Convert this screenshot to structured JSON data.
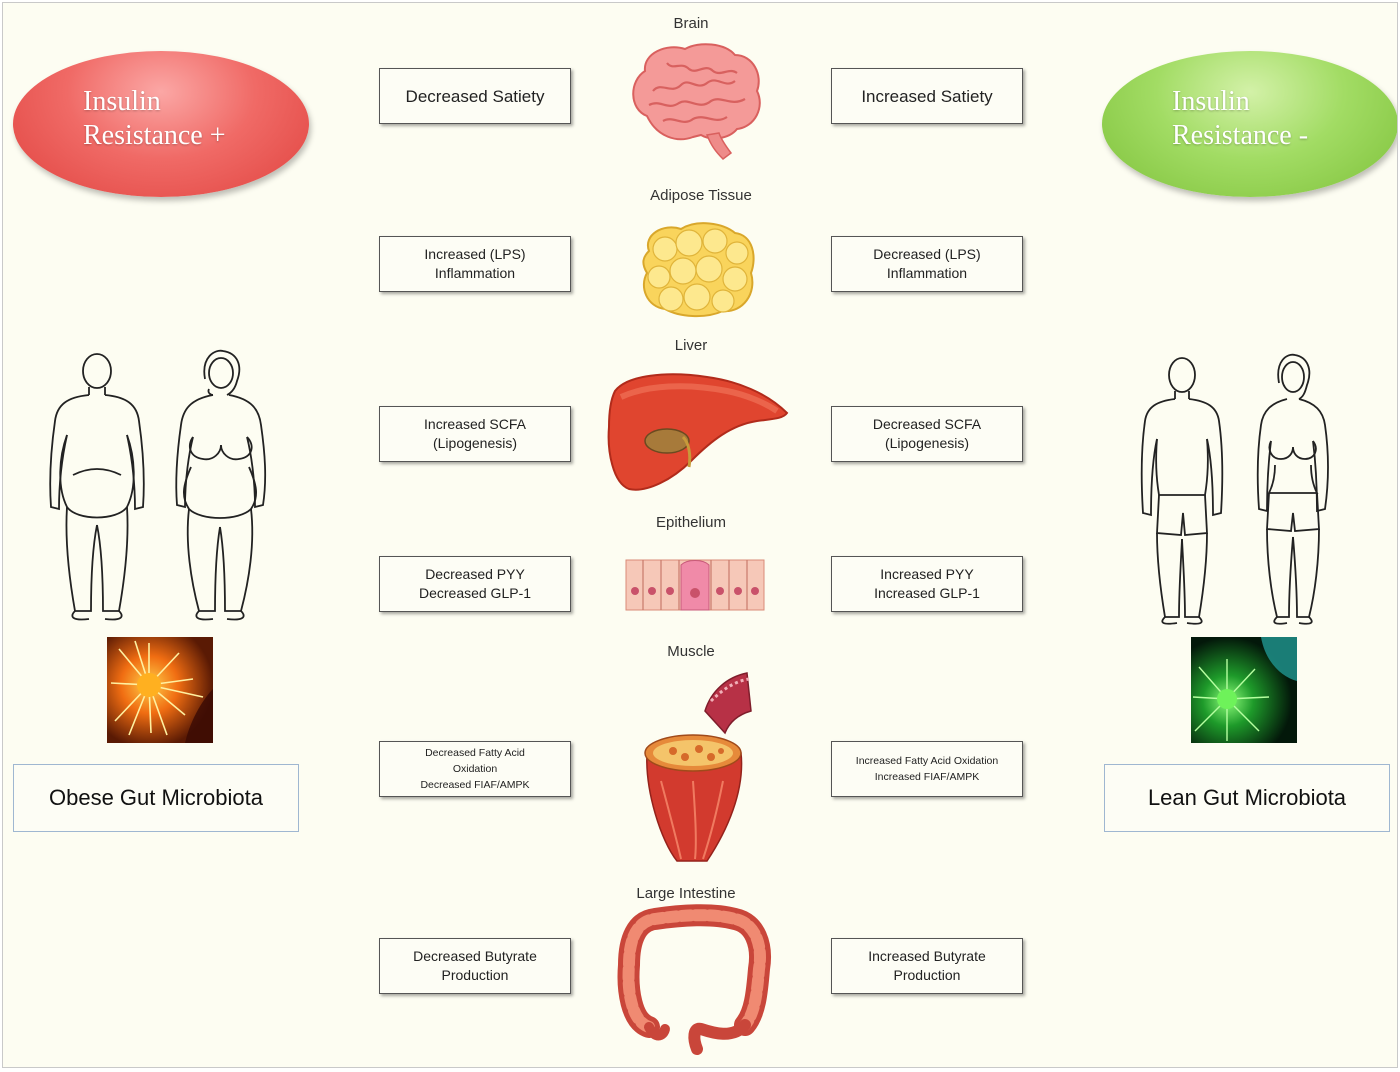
{
  "left": {
    "ellipse": {
      "line1": "Insulin",
      "line2": "Resistance +"
    },
    "microbiota_label": "Obese Gut Microbiota"
  },
  "right": {
    "ellipse": {
      "line1": "Insulin",
      "line2": "Resistance -"
    },
    "microbiota_label": "Lean Gut Microbiota"
  },
  "organs": [
    {
      "label": "Brain",
      "icon": "brain-icon",
      "left": [
        "Decreased Satiety"
      ],
      "right": [
        "Increased Satiety"
      ]
    },
    {
      "label": "Adipose Tissue",
      "icon": "adipose-tissue-icon",
      "left": [
        "Increased (LPS)",
        "Inflammation"
      ],
      "right": [
        "Decreased (LPS)",
        "Inflammation"
      ]
    },
    {
      "label": "Liver",
      "icon": "liver-icon",
      "left": [
        "Increased SCFA",
        "(Lipogenesis)"
      ],
      "right": [
        "Decreased SCFA",
        "(Lipogenesis)"
      ]
    },
    {
      "label": "Epithelium",
      "icon": "epithelium-icon",
      "left": [
        "Decreased PYY",
        "Decreased GLP-1"
      ],
      "right": [
        "Increased PYY",
        "Increased GLP-1"
      ]
    },
    {
      "label": "Muscle",
      "icon": "muscle-icon",
      "left": [
        "Decreased Fatty Acid",
        "Oxidation",
        "Decreased FIAF/AMPK"
      ],
      "right": [
        "Increased Fatty Acid Oxidation",
        "Increased FIAF/AMPK"
      ]
    },
    {
      "label": "Large Intestine",
      "icon": "large-intestine-icon",
      "left": [
        "Decreased Butyrate",
        "Production"
      ],
      "right": [
        "Increased Butyrate",
        "Production"
      ]
    }
  ],
  "colors": {
    "positive_ellipse": "#e8514d",
    "negative_ellipse": "#94d255",
    "background": "#fdfdf2"
  }
}
